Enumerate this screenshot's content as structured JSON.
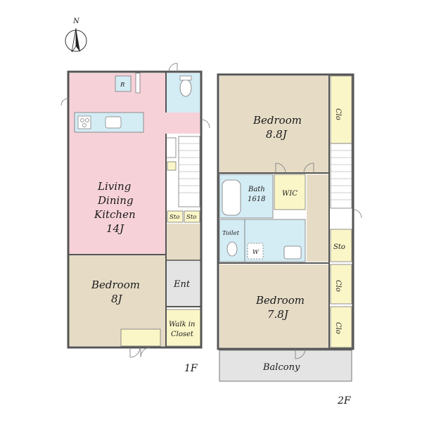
{
  "compass": {
    "letter": "N"
  },
  "floor1": {
    "label": "1F",
    "rooms": {
      "ldk_line1": "Living",
      "ldk_line2": "Dining",
      "ldk_line3": "Kitchen",
      "ldk_size": "14J",
      "refrigerator": "R",
      "bedroom": "Bedroom",
      "bedroom_size": "8J",
      "entrance": "Ent",
      "walkin_line1": "Walk in",
      "walkin_line2": "Closet",
      "storage_a": "Sto",
      "storage_b": "Sto"
    }
  },
  "floor2": {
    "label": "2F",
    "rooms": {
      "bedroom_top": "Bedroom",
      "bedroom_top_size": "8.8J",
      "closet_top": "Clo",
      "bath": "Bath",
      "bath_size": "1618",
      "wic": "WIC",
      "toilet": "Toilet",
      "washer": "W",
      "storage": "Sto",
      "bedroom_bottom": "Bedroom",
      "bedroom_bottom_size": "7.8J",
      "closet_mid": "Clo",
      "closet_low": "Clo",
      "balcony": "Balcony"
    }
  },
  "colors": {
    "ldk": "#f6d2d8",
    "bedroom": "#e6dcc6",
    "wet": "#d4ecf4",
    "closet": "#fbf6c8",
    "entrance": "#e4e4e4",
    "hall": "#ffffff",
    "wall": "#555555"
  }
}
